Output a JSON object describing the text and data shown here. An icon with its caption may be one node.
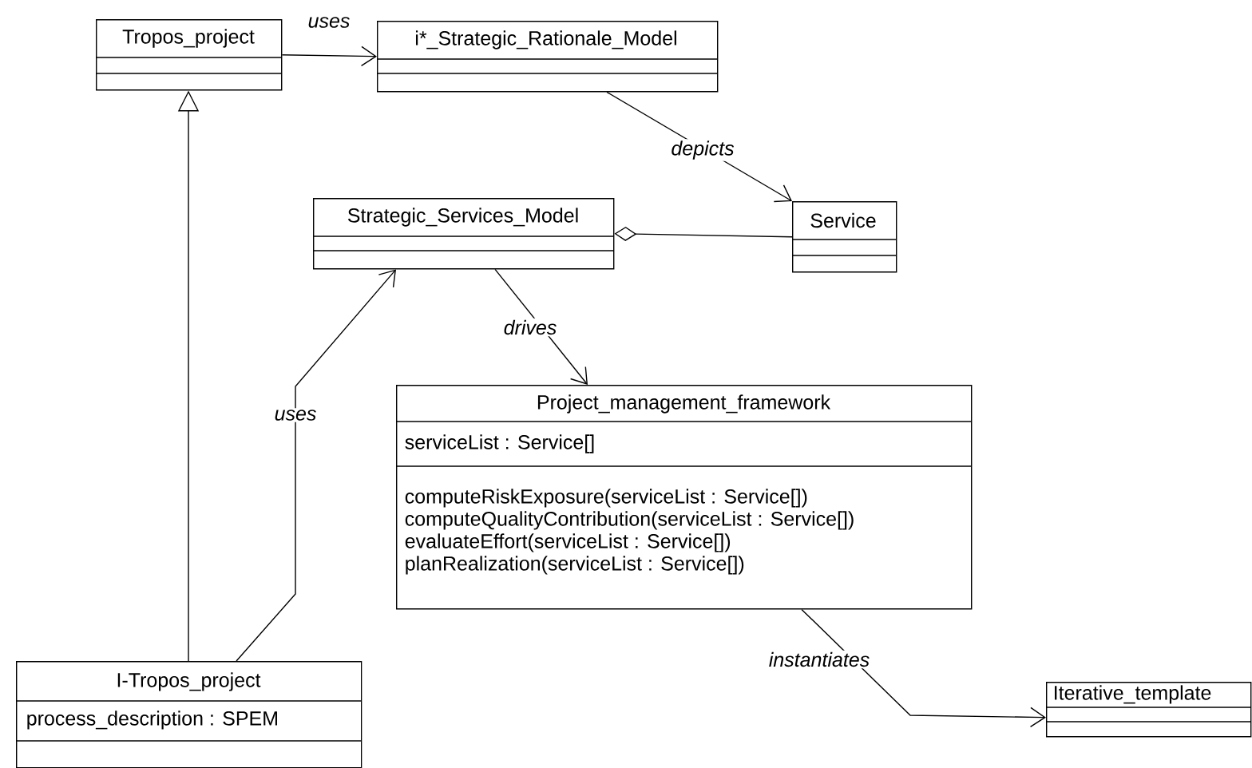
{
  "diagram": {
    "nodes": [
      {
        "text": [
          "Tropos_project"
        ]
      },
      {
        "text": [
          "i*_Strategic_Rationale_Model"
        ]
      },
      {
        "text": [
          "Service"
        ]
      },
      {
        "text": [
          "Strategic_Services_Model"
        ]
      },
      {
        "text": [
          "Project_management_framework",
          "serviceList : Service[]",
          "computeRiskExposure(serviceList : Service[])",
          "computeQualityContribution(serviceList : Service[])",
          "evaluateEffort(serviceList : Service[])",
          "planRealization(serviceList : Service[])"
        ]
      },
      {
        "text": [
          "I-Tropos_project",
          "process_description : SPEM"
        ]
      },
      {
        "text": [
          "Iterative_template"
        ]
      }
    ],
    "edges": [
      {
        "from": 0,
        "to": 1,
        "arrow": "to",
        "label": "uses"
      },
      {
        "from": 1,
        "to": 2,
        "arrow": "to",
        "label": "depicts"
      },
      {
        "from": 3,
        "to": 2,
        "arrow": "other"
      },
      {
        "from": 3,
        "to": 4,
        "arrow": "to",
        "label": "drives"
      },
      {
        "from": 5,
        "to": 3,
        "arrow": "to",
        "label": "uses"
      },
      {
        "from": 5,
        "to": 0,
        "arrow": "to"
      },
      {
        "from": 4,
        "to": 6,
        "arrow": "to",
        "label": "instantiates"
      }
    ]
  }
}
